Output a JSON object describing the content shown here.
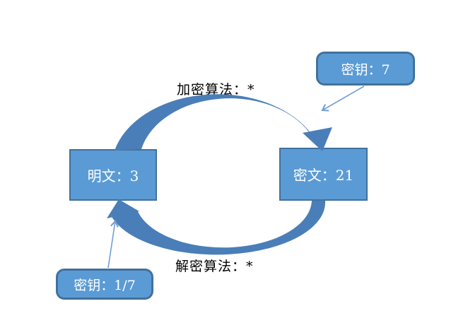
{
  "nodes": {
    "plaintext": {
      "label": "明文：3"
    },
    "ciphertext": {
      "label": "密文：21"
    },
    "key_encrypt": {
      "label": "密钥：7"
    },
    "key_decrypt": {
      "label": "密钥：1/7"
    }
  },
  "labels": {
    "encrypt_algorithm": "加密算法：*",
    "decrypt_algorithm": "解密算法：*"
  },
  "colors": {
    "background": "#ffffff",
    "node_fill": "#5b9bd5",
    "node_border": "#41719c",
    "node_text": "#ffffff",
    "arc_fill": "#4a7eb8",
    "connector_line": "#6f9ed8",
    "label_text": "#000000"
  }
}
